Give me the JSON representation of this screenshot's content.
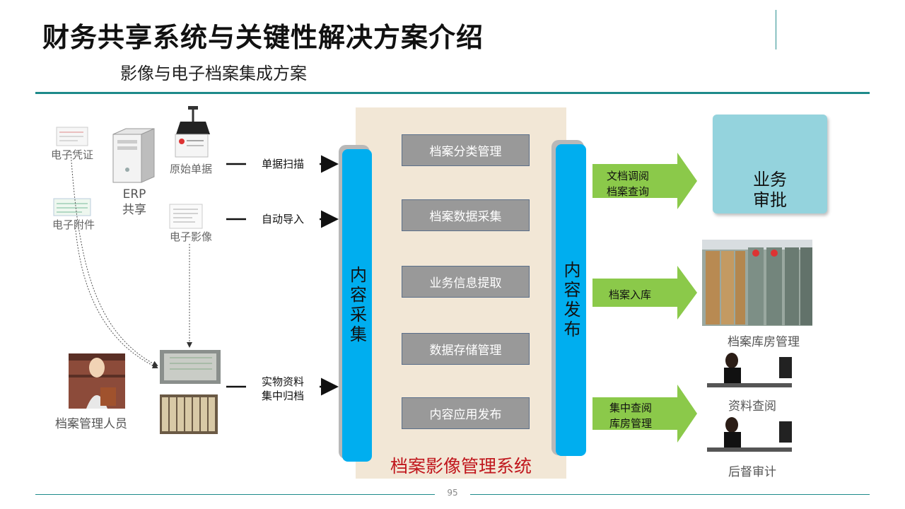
{
  "header": {
    "title": "财务共享系统与关键性解决方案介绍",
    "subtitle": "影像与电子档案集成方案"
  },
  "sources": {
    "e_voucher": "电子凭证",
    "e_attachment": "电子附件",
    "erp_line1": "ERP",
    "erp_line2": "共享",
    "original_doc": "原始单据",
    "e_image": "电子影像",
    "archive_staff": "档案管理人员"
  },
  "flows": {
    "scan": "单据扫描",
    "auto_import": "自动导入",
    "physical_line1": "实物资料",
    "physical_line2": "集中归档"
  },
  "pillars": {
    "collect": "内容采集",
    "publish": "内容发布"
  },
  "process": [
    "档案分类管理",
    "档案数据采集",
    "业务信息提取",
    "数据存储管理",
    "内容应用发布"
  ],
  "system_label": "档案影像管理系统",
  "outputs": {
    "arrow1_line1": "文档调阅",
    "arrow1_line2": "档案查询",
    "arrow2": "档案入库",
    "arrow3_line1": "集中查阅",
    "arrow3_line2": "库房管理",
    "approval_line1": "业务",
    "approval_line2": "审批",
    "warehouse": "档案库房管理",
    "query": "资料查阅",
    "audit": "后督审计"
  },
  "footer": {
    "page": "95"
  },
  "colors": {
    "teal": "#1e8a8a",
    "pillar_blue": "#00aeef",
    "panel_beige": "#f2e7d6",
    "process_gray": "#999999",
    "arrow_green": "#8bc94a",
    "system_red": "#c0161c",
    "approval_blue": "#94d3dd"
  }
}
